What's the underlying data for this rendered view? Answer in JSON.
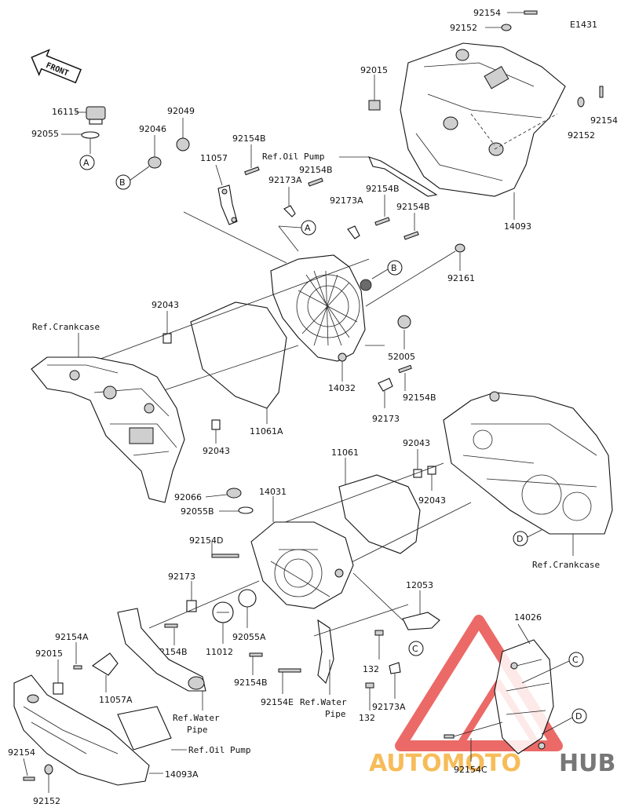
{
  "diagram": {
    "code": "E1431",
    "front_label": "FRONT",
    "watermark": {
      "primary": "AUTOMOTO",
      "secondary": "HUB",
      "primary_color": "#f5a623",
      "secondary_color": "#4a4a4a",
      "logo_color": "#e53935"
    },
    "callouts": [
      "A",
      "B",
      "C",
      "D"
    ],
    "part_labels": {
      "p92154_top": "92154",
      "p92152_top": "92152",
      "p92015_top": "92015",
      "p92154_r": "92154",
      "p92152_r": "92152",
      "p14093": "14093",
      "p16115": "16115",
      "p92055": "92055",
      "p92049": "92049",
      "p92046": "92046",
      "p11057": "11057",
      "p92154B_1": "92154B",
      "ref_oil_pump_top": "Ref.Oil Pump",
      "p92154B_2": "92154B",
      "p92173A_1": "92173A",
      "p92173A_2": "92173A",
      "p92154B_3": "92154B",
      "p92154B_4": "92154B",
      "p92161": "92161",
      "ref_crankcase_l": "Ref.Crankcase",
      "p92043_1": "92043",
      "p52005": "52005",
      "p92154B_5": "92154B",
      "p14032": "14032",
      "p92173": "92173",
      "p11061A": "11061A",
      "p92043_2": "92043",
      "p11061": "11061",
      "p92043_3": "92043",
      "p92043_4": "92043",
      "p92066": "92066",
      "p92055B": "92055B",
      "p14031": "14031",
      "p92154D": "92154D",
      "p92173_2": "92173",
      "ref_crankcase_r": "Ref.Crankcase",
      "p12053": "12053",
      "p14026": "14026",
      "p92154A": "92154A",
      "p92015_b": "92015",
      "p92154B_6": "92154B",
      "p11012": "11012",
      "p92055A": "92055A",
      "p132_1": "132",
      "p11057A": "11057A",
      "p92154B_7": "92154B",
      "p92154E": "92154E",
      "ref_water_pipe_c1": "Ref.Water",
      "ref_water_pipe_c2": "Pipe",
      "p92173A_3": "92173A",
      "p132_2": "132",
      "ref_water_pipe_l1": "Ref.Water",
      "ref_water_pipe_l2": "Pipe",
      "ref_oil_pump_b": "Ref.Oil Pump",
      "p92154_bl": "92154",
      "p14093A": "14093A",
      "p92152_bl": "92152",
      "p92154C": "92154C"
    }
  }
}
